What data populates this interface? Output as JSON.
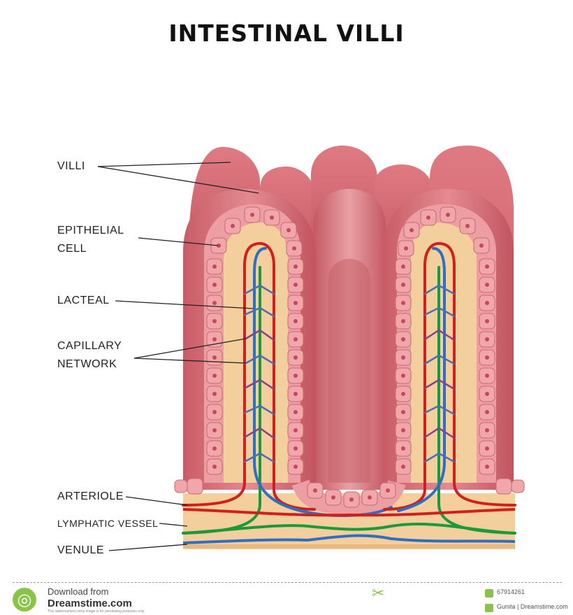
{
  "title": "INTESTINAL VILLI",
  "labels": {
    "villi": "VILLI",
    "epithelial_line1": "EPITHELIAL",
    "epithelial_line2": "CELL",
    "lacteal": "LACTEAL",
    "capillary_line1": "CAPILLARY",
    "capillary_line2": "NETWORK",
    "arteriole": "ARTERIOLE",
    "lymphatic": "LYMPHATIC VESSEL",
    "venule": "VENULE"
  },
  "colors": {
    "tissue": "#d8747c",
    "cell": "#e9989c",
    "nucleus": "#c44a5a",
    "core": "#f2cf9c",
    "arteriole": "#d11f1f",
    "lymphatic": "#1a9a3a",
    "venule": "#2e6fc4"
  },
  "footer": {
    "download": "Download from",
    "site": "Dreamstime.com",
    "note": "This watermarked comp image is for previewing purposes only.",
    "image_id": "67914261",
    "credit": "Gunita | Dreamstime.com",
    "logo_icon": "dreamstime-logo-icon",
    "scissors_icon": "scissors-icon"
  }
}
